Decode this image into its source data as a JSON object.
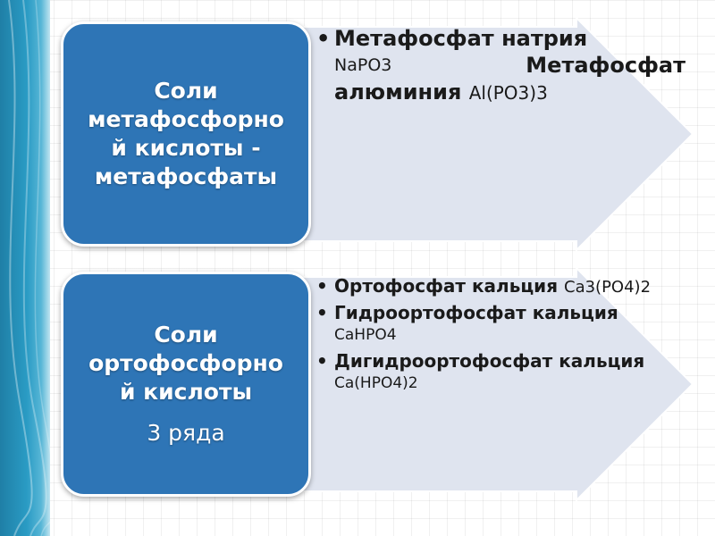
{
  "colors": {
    "box_fill": "#2e75b6",
    "arrow_fill": "#dfe4ef",
    "side_strip": "#2a9bc4",
    "text_dark": "#1a1a1a"
  },
  "block1": {
    "box_lines": [
      "Соли",
      "метафосфорно",
      "й кислоты -",
      "метафосфаты"
    ],
    "items": [
      {
        "line1": "Метафосфат натрия",
        "formula1": "NaPO3",
        "line2_right": "Метафосфат",
        "line3": "алюминия ",
        "formula2": "Al(PO3)3"
      }
    ]
  },
  "block2": {
    "box_lines": [
      "Соли",
      "ортофосфорно",
      "й кислоты"
    ],
    "box_sub": "3 ряда",
    "items": [
      {
        "name": "Ортофосфат кальция ",
        "formula": "Ca3(PO4)2"
      },
      {
        "name": "Гидроортофосфат кальция",
        "formula": "CaHPO4"
      },
      {
        "name": "Дигидроортофосфат кальция",
        "formula": "Ca(HPO4)2"
      }
    ]
  }
}
